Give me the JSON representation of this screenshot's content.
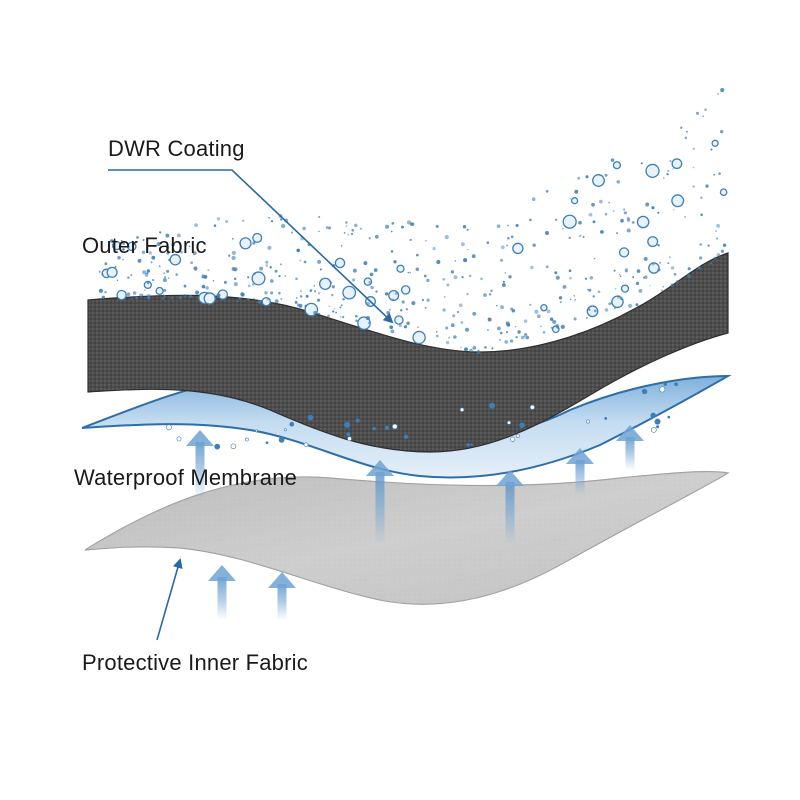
{
  "labels": {
    "dwr": "DWR Coating",
    "outer": "Outer Fabric",
    "membrane": "Waterproof Membrane",
    "inner": "Protective Inner Fabric"
  },
  "colors": {
    "outer_fabric": "#4a4a4a",
    "membrane_fill": "#aecde6",
    "membrane_edge": "#2f6ea8",
    "inner_fabric": "#c4c4c4",
    "droplet": "#3d7fb8",
    "vapor_arrow": "#6fa3d4",
    "leader_line": "#2a6aa0"
  }
}
